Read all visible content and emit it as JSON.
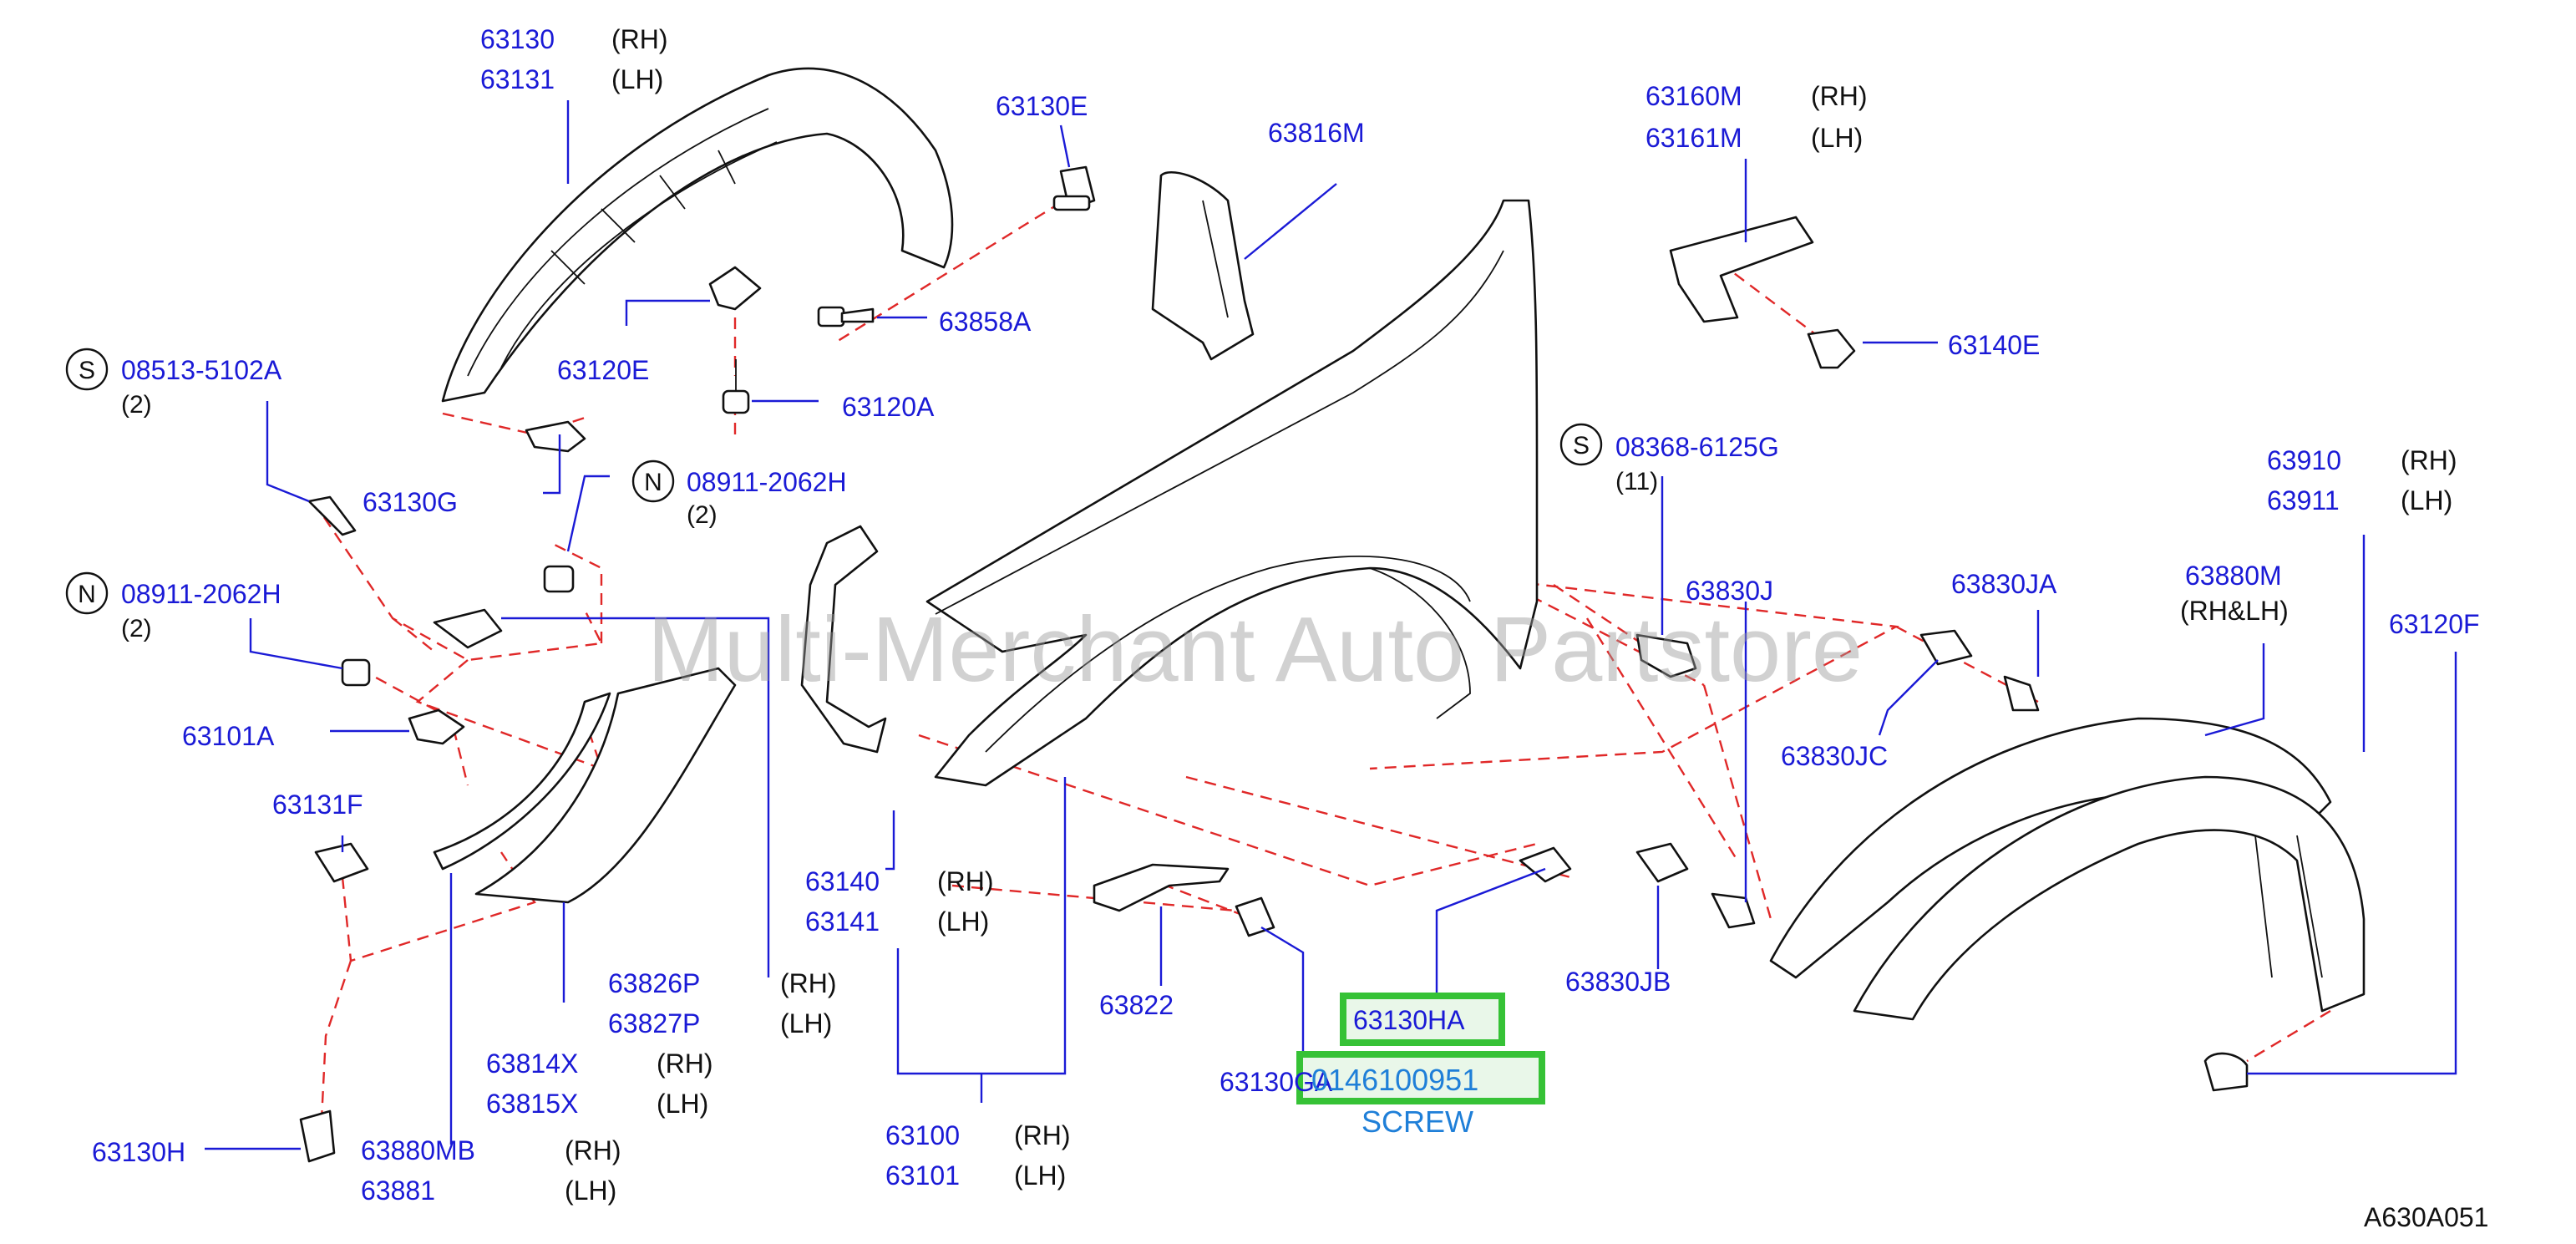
{
  "watermark": "Multi-Merchant Auto Partstore",
  "diagram_ref": "A630A051",
  "highlight": {
    "part_number": "63130HA",
    "oem_number": "0146100951",
    "description": "SCREW",
    "color": "#36c236"
  },
  "colors": {
    "part_number": "#1a1ad6",
    "leader_line": "#1a1ad6",
    "dashed_line": "#e02828",
    "outline": "#111111"
  },
  "labels": {
    "p63130": "63130",
    "p63131": "63131",
    "rh1": "(RH)",
    "lh1": "(LH)",
    "p63130E": "63130E",
    "p63816M": "63816M",
    "p63160M": "63160M",
    "p63161M": "63161M",
    "rh2": "(RH)",
    "lh2": "(LH)",
    "p63140E": "63140E",
    "p63858A": "63858A",
    "p63120E": "63120E",
    "p63120A": "63120A",
    "s1_letter": "S",
    "p08513": "08513-5102A",
    "q08513": "(2)",
    "p63130G": "63130G",
    "n1_letter": "N",
    "p08911a": "08911-2062H",
    "q08911a": "(2)",
    "s2_letter": "S",
    "p08368": "08368-6125G",
    "q08368": "(11)",
    "p63910": "63910",
    "p63911": "63911",
    "rh3": "(RH)",
    "lh3": "(LH)",
    "n2_letter": "N",
    "p08911b": "08911-2062H",
    "q08911b": "(2)",
    "p63830J": "63830J",
    "p63830JA": "63830JA",
    "p63880M": "63880M",
    "rhlh": "(RH&LH)",
    "p63120F": "63120F",
    "p63101A": "63101A",
    "p63830JC": "63830JC",
    "p63131F": "63131F",
    "p63140": "63140",
    "p63141": "63141",
    "rh4": "(RH)",
    "lh4": "(LH)",
    "p63826P": "63826P",
    "p63827P": "63827P",
    "rh5": "(RH)",
    "lh5": "(LH)",
    "p63822": "63822",
    "p63830JB": "63830JB",
    "p63814X": "63814X",
    "p63815X": "63815X",
    "rh6": "(RH)",
    "lh6": "(LH)",
    "p63130GA": "63130GA",
    "p63130H": "63130H",
    "p63880MB": "63880MB",
    "p63881": "63881",
    "rh7": "(RH)",
    "lh7": "(LH)",
    "p63100": "63100",
    "p63101": "63101",
    "rh8": "(RH)",
    "lh8": "(LH)"
  }
}
